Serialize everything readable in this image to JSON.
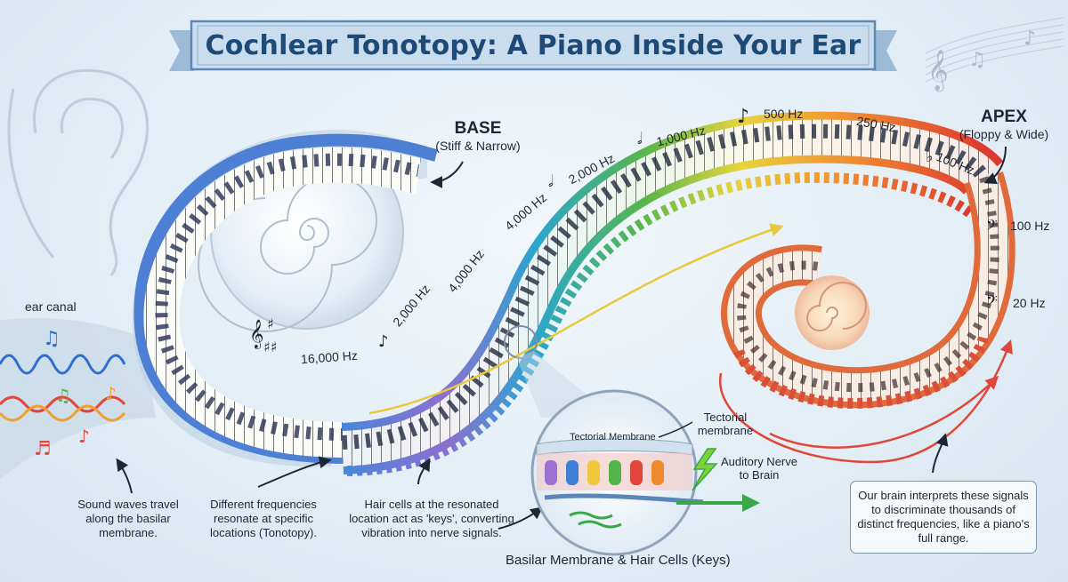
{
  "title": "Cochlear Tonotopy: A Piano Inside Your Ear",
  "base": {
    "label": "BASE",
    "sub": "(Stiff & Narrow)"
  },
  "apex": {
    "label": "APEX",
    "sub": "(Floppy & Wide)"
  },
  "ear_canal_label": "ear canal",
  "frequency_labels": [
    "16,000 Hz",
    "2,000 Hz",
    "4,000 Hz",
    "4,000 Hz",
    "2,000 Hz",
    "1,000 Hz",
    "500 Hz",
    "250 Hz",
    "100 Hz",
    "100 Hz",
    "20 Hz"
  ],
  "inset": {
    "tectorial_inner": "Tectorial Membrane",
    "tectorial_outer": "Tectorial membrane",
    "auditory_nerve": "Auditory Nerve to Brain",
    "bottom_label": "Basilar Membrane & Hair Cells (Keys)"
  },
  "captions": {
    "sound_waves": "Sound waves travel along the basilar membrane.",
    "frequencies": "Different frequencies resonate at specific locations (Tonotopy).",
    "hair_cells": "Hair cells at the resonated location act as 'keys', converting vibration into nerve signals.",
    "brain": "Our brain interprets these signals to discriminate thousands of distinct frequencies, like a piano's full range."
  },
  "colors": {
    "title_text": "#1e4a78",
    "banner_fill": "#c9ddef",
    "gradient": [
      "#3f7fd6",
      "#9c6fd1",
      "#1e9fcf",
      "#52b54a",
      "#f0c63a",
      "#f08a2e",
      "#dc3a2f"
    ],
    "arrow_yellow": "#e8c93c",
    "arrow_red": "#e0463a",
    "nerve_green": "#3aa84a"
  },
  "icons": [
    "ear-icon",
    "sound-wave-icon",
    "music-note-icon",
    "treble-clef-icon",
    "bass-clef-icon",
    "flat-icon",
    "sharp-icon",
    "lightning-icon",
    "shell-spiral-icon"
  ]
}
